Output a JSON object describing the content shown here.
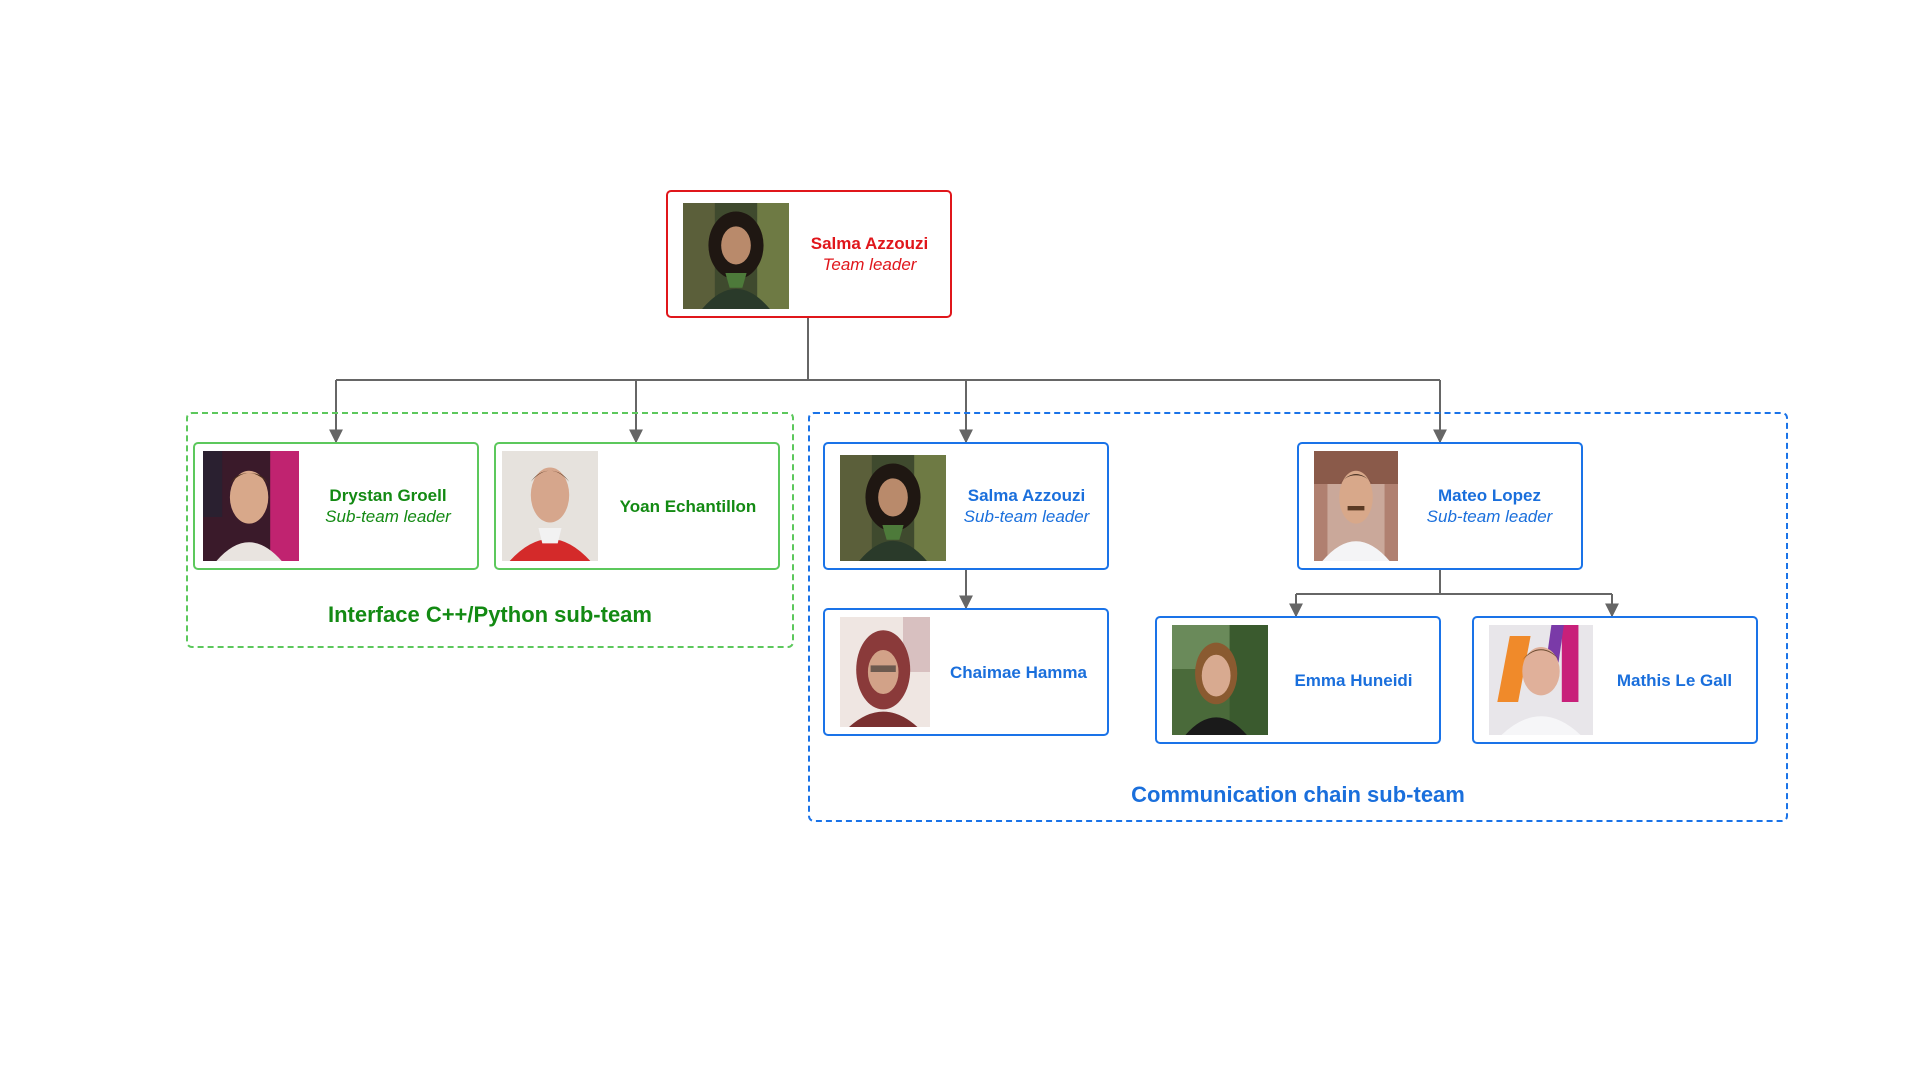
{
  "team_leader": {
    "name": "Salma Azzouzi",
    "role": "Team leader",
    "photo_icon": "person-photo-icon"
  },
  "groups": {
    "interface": {
      "title": "Interface C++/Python sub-team",
      "members": [
        {
          "name": "Drystan Groell",
          "role": "Sub-team leader"
        },
        {
          "name": "Yoan Echantillon"
        }
      ]
    },
    "communication": {
      "title": "Communication chain sub-team",
      "members": [
        {
          "name": "Salma Azzouzi",
          "role": "Sub-team leader"
        },
        {
          "name": "Chaimae Hamma"
        },
        {
          "name": "Mateo Lopez",
          "role": "Sub-team leader"
        },
        {
          "name": "Emma Huneidi"
        },
        {
          "name": "Mathis Le Gall"
        }
      ]
    }
  },
  "colors": {
    "team_leader": "#e0161b",
    "interface_group": "#5cc85c",
    "interface_text": "#138a13",
    "communication_group": "#1a73e8",
    "communication_text": "#1a6fdc",
    "connector": "#666666"
  }
}
